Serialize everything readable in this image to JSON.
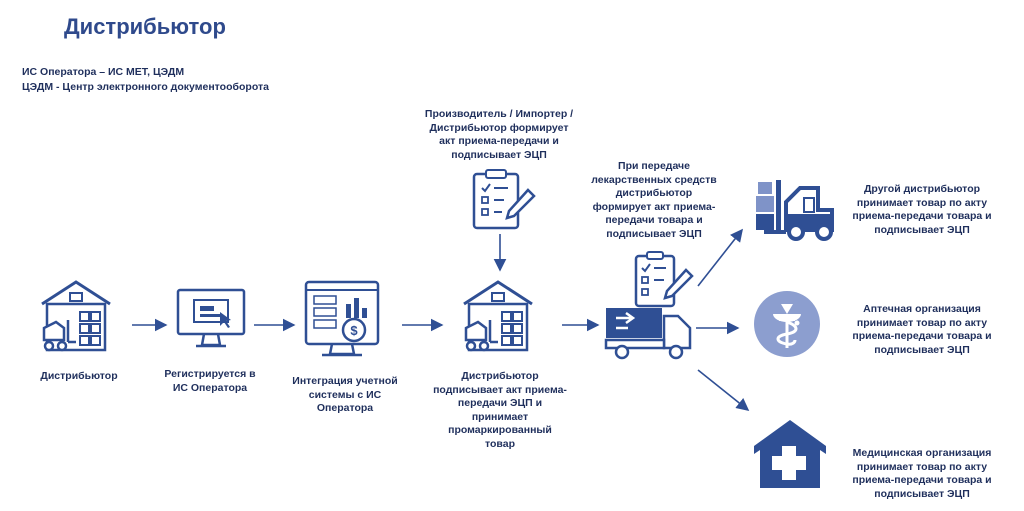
{
  "title": "Дистрибьютор",
  "subtitle_1": "ИС Оператора – ИС МЕТ, ЦЭДМ",
  "subtitle_2": "ЦЭДМ - Центр электронного документооборота",
  "steps": {
    "distributor": "Дистрибьютор",
    "register": "Регистрируется в ИС Оператора",
    "integration": "Интеграция учетной системы с ИС Оператора",
    "producer": "Производитель / Импортер /Дистрибьютор формирует акт приема-передачи и подписывает ЭЦП",
    "distributor_signs": "Дистрибьютор подписывает акт приема-передачи ЭЦП и принимает промаркированный товар",
    "transfer": "При передаче лекарственных средств дистрибьютор формирует акт приема-передачи товара и подписывает ЭЦП"
  },
  "receivers": {
    "other_distributor": "Другой дистрибьютор принимает товар по акту приема-передачи товара и подписывает ЭЦП",
    "pharmacy": "Аптечная организация принимает товар по акту приема-передачи товара и подписывает ЭЦП",
    "medical": "Медицинская организация принимает товар по акту приема-передачи товара и подписывает ЭЦП"
  },
  "colors": {
    "primary": "#2f4f94",
    "light": "#7f93c8",
    "text": "#1f2f5c"
  },
  "icons": [
    "warehouse-icon",
    "computer-register-icon",
    "monitor-integration-icon",
    "clipboard-icon",
    "warehouse-icon",
    "truck-clipboard-icon",
    "forklift-icon",
    "pharmacy-icon",
    "hospital-icon"
  ]
}
